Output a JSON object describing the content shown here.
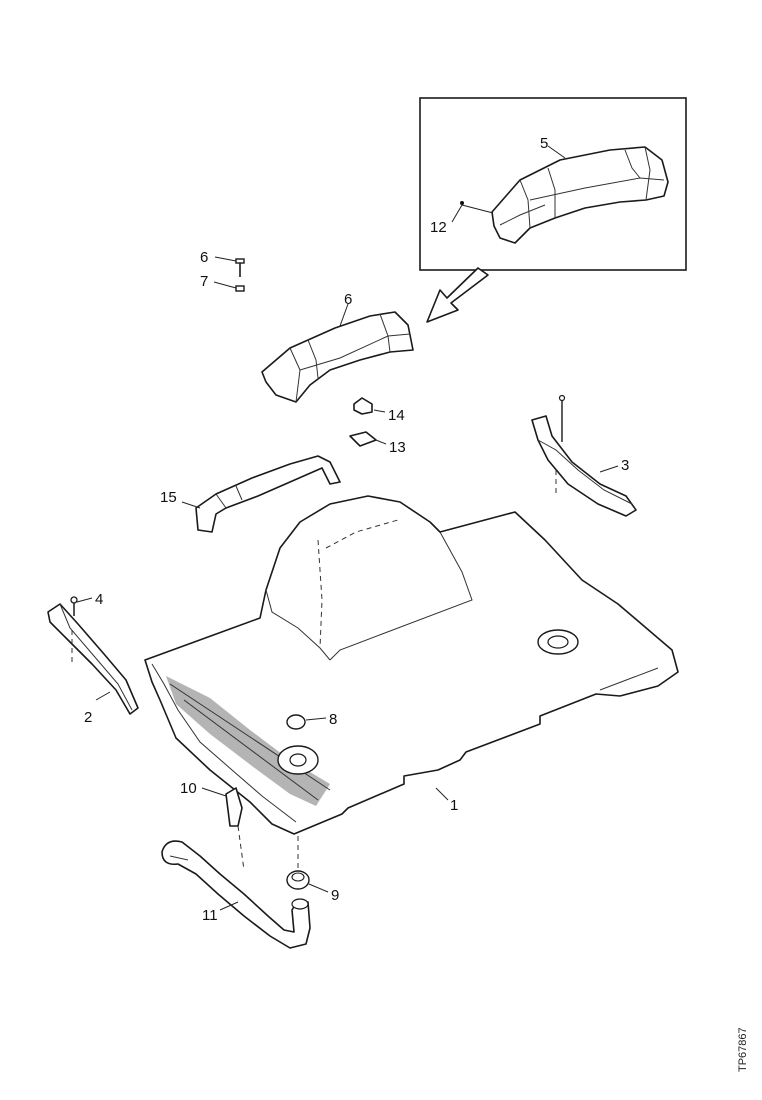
{
  "callouts": {
    "c1": "1",
    "c2": "2",
    "c3": "3",
    "c4": "4",
    "c5": "5",
    "c6": "6",
    "c7": "7",
    "c8": "8",
    "c9": "9",
    "c10": "10",
    "c11": "11",
    "c12": "12",
    "c13": "13",
    "c14": "14",
    "c15": "15",
    "c16": "6"
  },
  "document_id": "TP67867",
  "colors": {
    "line": "#1a1a1a",
    "background": "#ffffff"
  }
}
